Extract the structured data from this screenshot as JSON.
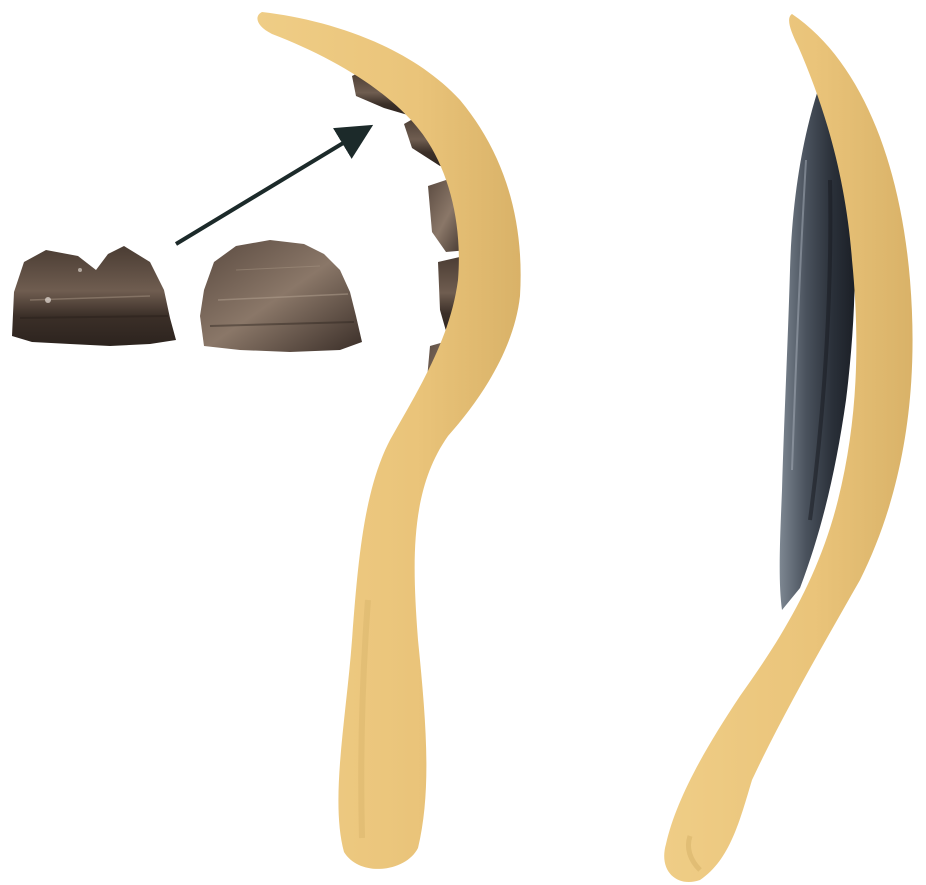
{
  "figure": {
    "labels": [],
    "colors": {
      "handle": "#EBC67C",
      "handle_shadow": "#C9A35A",
      "flint_dark": "#3A2E28",
      "flint_mid": "#6B5A4E",
      "obsidian_dark": "#2B3038",
      "obsidian_mid": "#5E6773",
      "arrow": "#1C2A2A"
    },
    "components": {
      "loose_inserts": 2,
      "hafted_inserts_left_tool": 5,
      "tools": 2
    }
  }
}
